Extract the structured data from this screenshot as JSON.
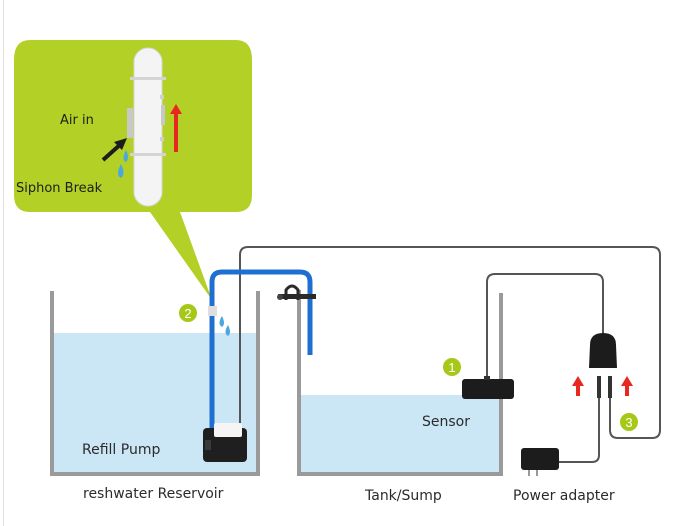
{
  "diagram": {
    "callout": {
      "air_in_label": "Air in",
      "siphon_break_label": "Siphon Break"
    },
    "labels": {
      "refill_pump": "Refill Pump",
      "reservoir": "reshwater Reservoir",
      "sensor": "Sensor",
      "tank_sump": "Tank/Sump",
      "power_adapter": "Power adapter"
    },
    "steps": [
      {
        "number": "1",
        "refers_to": "Sensor"
      },
      {
        "number": "2",
        "refers_to": "Siphon Break"
      },
      {
        "number": "3",
        "refers_to": "Power adapter"
      }
    ],
    "colors": {
      "callout_green": "#b2d025",
      "water_blue": "#cbe6f5",
      "hose_blue": "#1f6fd1",
      "tank_wall": "#9a9a9a",
      "cable": "#555555",
      "arrow_red": "#e8281e",
      "step_badge": "#a6c919"
    }
  }
}
